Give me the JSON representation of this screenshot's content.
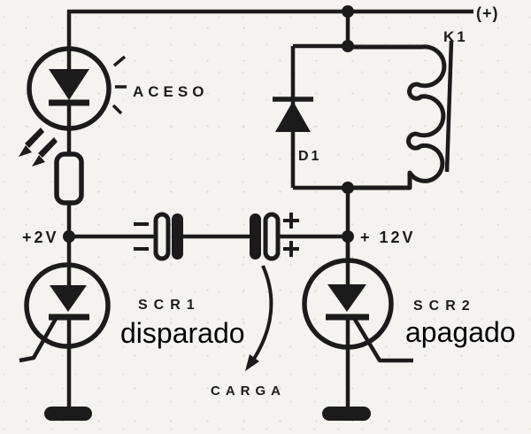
{
  "colors": {
    "ink": "#1b1b1b",
    "paper": "#f4f3ef",
    "annotation": "#050505"
  },
  "labels": {
    "supply": "(+)",
    "relay": "K1",
    "diode": "D1",
    "led_state": "ACESO",
    "left_voltage": "+2V",
    "right_voltage": "+ 12V",
    "scr1_name": "SCR1",
    "scr1_state": "disparado",
    "scr2_name": "SCR2",
    "scr2_state": "apagado",
    "load": "CARGA"
  }
}
